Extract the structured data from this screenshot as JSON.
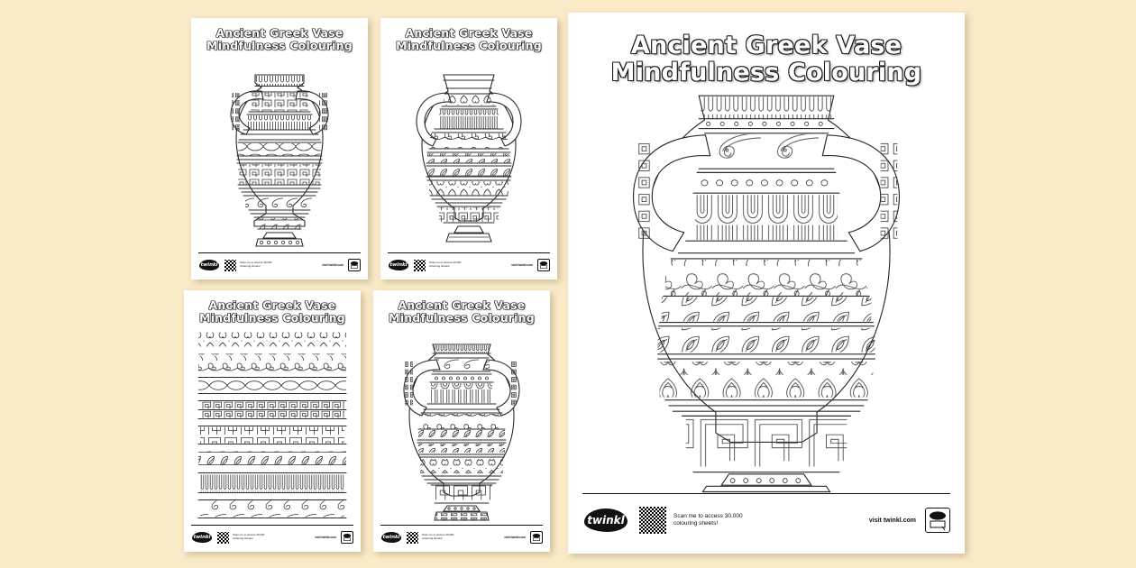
{
  "background_color": "#faebc8",
  "ink_color": "#2b2b2b",
  "sheet_color": "#ffffff",
  "resource": {
    "title_line_1": "Ancient Greek Vase",
    "title_line_2": "Mindfulness Colouring"
  },
  "footer": {
    "logo_text": "twinkl",
    "qr_label": "qr-code",
    "scan_line_1": "Scan me to access 30,000",
    "scan_line_2": "colouring sheets!",
    "visit_text": "visit twinkl.com",
    "badge_text": "twinkl"
  },
  "hero": {
    "name": "ancient-greek-vase-amphora-large-preview",
    "title_line_1": "Ancient Greek Vase",
    "title_line_2": "Mindfulness Colouring",
    "artwork_description": "Black and white line-art amphora with fluted rim, scroll band, dotted band, arch colonnade, Greek key handles, ivy vine band, leaf bands, palmette heart band and meander foot"
  },
  "thumbnails": [
    {
      "name": "thumbnail-vase-greek-key-amphora",
      "title_line_1": "Ancient Greek Vase",
      "title_line_2": "Mindfulness Colouring",
      "artwork_description": "Amphora with Greek key bands, interlocking wave band, spiral band and leaf vine"
    },
    {
      "name": "thumbnail-vase-palmette-amphora",
      "title_line_1": "Ancient Greek Vase",
      "title_line_2": "Mindfulness Colouring",
      "artwork_description": "Amphora with palmette band, fluted shoulder, ivy band, leaf band and meander foot"
    },
    {
      "name": "thumbnail-pattern-border-strips",
      "title_line_1": "Ancient Greek Vase",
      "title_line_2": "Mindfulness Colouring",
      "artwork_description": "Sheet of eight horizontal Greek pattern border strips: palmettes, ivy vine, interlocking wave, two meander rows, leaf vine, fluting and spiral wave"
    },
    {
      "name": "thumbnail-vase-ivy-amphora",
      "title_line_1": "Ancient Greek Vase",
      "title_line_2": "Mindfulness Colouring",
      "artwork_description": "Amphora matching the large preview with scroll neck, ivy band, leaf bands, palmette band and meander body"
    }
  ]
}
